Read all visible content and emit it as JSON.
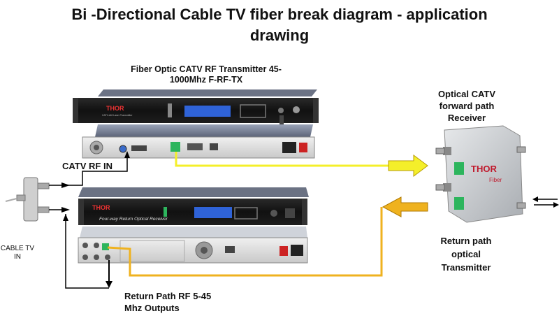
{
  "title": "Bi -Directional Cable TV fiber break diagram - application\ndrawing",
  "labels": {
    "transmitter": "Fiber Optic CATV RF Transmitter 45-\n1000Mhz F-RF-TX",
    "catv_rf_in": "CATV RF IN",
    "forward_receiver": "Optical CATV\nforward path\nReceiver",
    "return_transmitter": "Return path\noptical\nTransmitter",
    "cable_tv_in": "CABLE TV\nIN",
    "return_outputs": "Return Path RF  5-45\nMhz Outputs"
  },
  "devices": {
    "tx_brand": "THOR",
    "tx_model": "CATV-AM Laser Transmitter",
    "rx_brand": "THOR",
    "rx_model": "Four-way Return Optical Receiver",
    "node_brand": "THOR",
    "node_brand_sub": "Fiber"
  },
  "colors": {
    "forward_fiber": "#f4ef2a",
    "return_fiber": "#efb21f",
    "lcd": "#2f63d8",
    "connector": "#2db55d"
  }
}
